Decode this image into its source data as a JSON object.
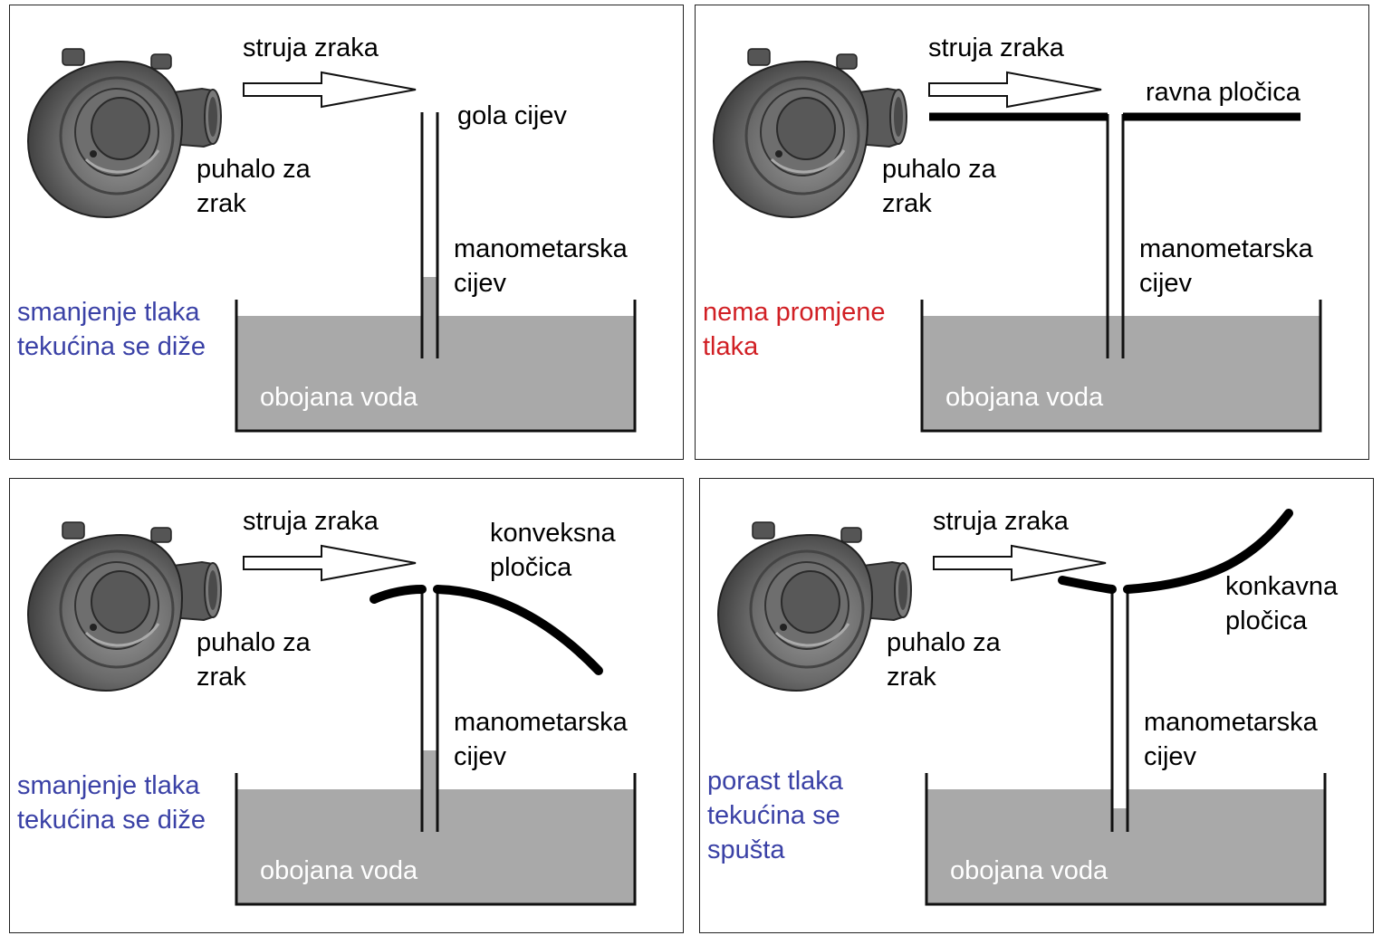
{
  "colors": {
    "water": "#a9a9a9",
    "blue_text": "#3a41a6",
    "red_text": "#d11f24",
    "blower_dark": "#3c3c3c",
    "blower_light": "#8a8a8a"
  },
  "panels": [
    {
      "id": "bare-tube",
      "air_stream": "struja zraka",
      "blower": "puhalo za\nzrak",
      "plate_type": "none",
      "plate_label": "gola cijev",
      "tube_label": "manometarska\ncijev",
      "water_label": "obojana voda",
      "status": "smanjenje tlaka\ntekućina se diže",
      "status_color": "blue",
      "tube_level": "above"
    },
    {
      "id": "flat-plate",
      "air_stream": "struja zraka",
      "blower": "puhalo za\nzrak",
      "plate_type": "flat",
      "plate_label": "ravna pločica",
      "tube_label": "manometarska\ncijev",
      "water_label": "obojana voda",
      "status": "nema promjene\ntlaka",
      "status_color": "red",
      "tube_level": "equal"
    },
    {
      "id": "convex-plate",
      "air_stream": "struja zraka",
      "blower": "puhalo za\nzrak",
      "plate_type": "convex",
      "plate_label": "konveksna\npločica",
      "tube_label": "manometarska\ncijev",
      "water_label": "obojana voda",
      "status": "smanjenje tlaka\ntekućina se diže",
      "status_color": "blue",
      "tube_level": "above"
    },
    {
      "id": "concave-plate",
      "air_stream": "struja zraka",
      "blower": "puhalo za\nzrak",
      "plate_type": "concave",
      "plate_label": "konkavna\npločica",
      "tube_label": "manometarska\ncijev",
      "water_label": "obojana voda",
      "status": "porast tlaka\ntekućina se\nspušta",
      "status_color": "blue",
      "tube_level": "below"
    }
  ]
}
